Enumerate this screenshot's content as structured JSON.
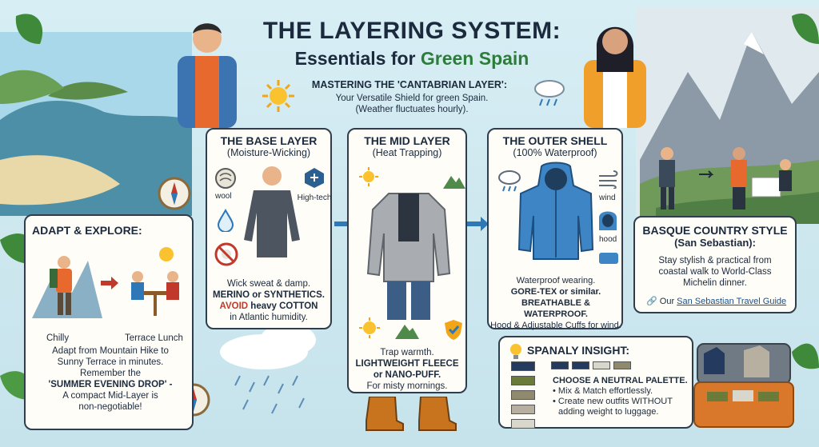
{
  "header": {
    "title": "THE LAYERING SYSTEM:",
    "subtitle_prefix": "Essentials for ",
    "subtitle_highlight": "Green Spain"
  },
  "intro": {
    "heading": "MASTERING THE 'CANTABRIAN LAYER':",
    "line1": "Your Versatile Shield for green Spain.",
    "line2": "(Weather fluctuates hourly)."
  },
  "base_layer": {
    "title": "THE BASE LAYER",
    "subtitle": "(Moisture-Wicking)",
    "icon_wool": "wool",
    "icon_tech": "High-tech",
    "line1": "Wick sweat & damp.",
    "line2": "MERINO or SYNTHETICS.",
    "line3_avoid": "AVOID",
    "line3_rest": " heavy COTTON",
    "line4": "in Atlantic humidity."
  },
  "mid_layer": {
    "title": "THE MID LAYER",
    "subtitle": "(Heat Trapping)",
    "line1": "Trap warmth.",
    "line2": "LIGHTWEIGHT FLEECE",
    "line3": "or NANO-PUFF.",
    "line4": "For misty mornings."
  },
  "outer_shell": {
    "title": "THE OUTER SHELL",
    "subtitle": "(100% Waterproof)",
    "icon_wind": "wind",
    "icon_hood": "hood",
    "line1": "Waterproof wearing.",
    "line2": "GORE-TEX or similar.",
    "line3": "BREATHABLE & WATERPROOF.",
    "line4": "Hood & Adjustable Cuffs for wind."
  },
  "adapt": {
    "title": "ADAPT & EXPLORE:",
    "label_left": "Chilly",
    "label_right": "Terrace Lunch",
    "line1": "Adapt from Mountain Hike to",
    "line2": "Sunny Terrace in minutes.",
    "line3": "Remember the",
    "line4": "'SUMMER EVENING DROP' -",
    "line5": "A compact Mid-Layer is",
    "line6": "non-negotiable!"
  },
  "basque": {
    "title": "BASQUE COUNTRY STYLE",
    "subtitle": "(San Sebastian):",
    "line1": "Stay stylish & practical from",
    "line2": "coastal walk to World-Class",
    "line3": "Michelin dinner.",
    "link_prefix": "Our ",
    "link_text": "San Sebastian Travel Guide"
  },
  "insight": {
    "title": "SPANALY INSIGHT:",
    "line1": "CHOOSE A NEUTRAL PALETTE.",
    "line2": "• Mix & Match effortlessly.",
    "line3": "• Create new outfits WITHOUT",
    "line4": "adding weight to luggage.",
    "swatches": [
      "#243a5e",
      "#6b7c3a",
      "#8f8a6e",
      "#b7b0a0",
      "#d9d6cc"
    ]
  },
  "colors": {
    "accent_red": "#c0392b",
    "accent_blue": "#2e78b7",
    "accent_green": "#2d7d3a"
  }
}
